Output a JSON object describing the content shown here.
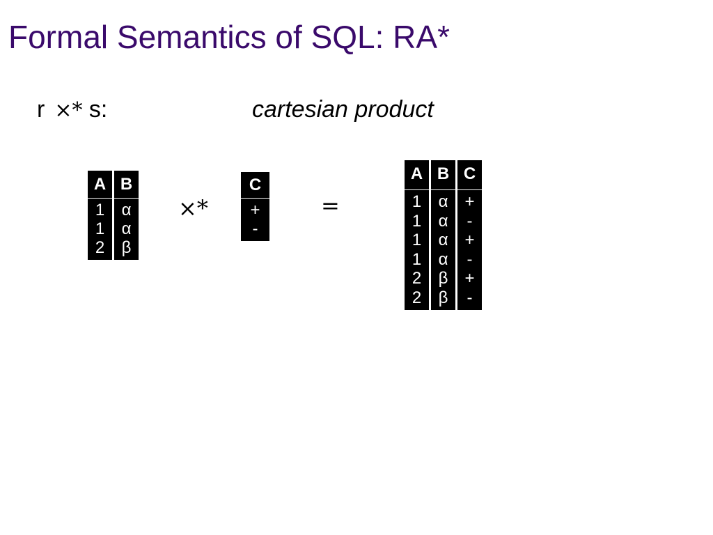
{
  "slide": {
    "title": "Formal Semantics of SQL: RA*",
    "title_color": "#3a0a6b",
    "expression": {
      "left": "r",
      "operator": "×*",
      "right": "s:"
    },
    "description": "cartesian product",
    "operator_symbol": "×*",
    "equals_symbol": "=",
    "relation_r": {
      "columns": [
        {
          "header": "A",
          "values": [
            "1",
            "1",
            "2"
          ]
        },
        {
          "header": "B",
          "values": [
            "α",
            "α",
            "β"
          ]
        }
      ]
    },
    "relation_s": {
      "columns": [
        {
          "header": "C",
          "values": [
            "+",
            "-"
          ]
        }
      ]
    },
    "result": {
      "columns": [
        {
          "header": "A",
          "values": [
            "1",
            "1",
            "1",
            "1",
            "2",
            "2"
          ]
        },
        {
          "header": "B",
          "values": [
            "α",
            "α",
            "α",
            "α",
            "β",
            "β"
          ]
        },
        {
          "header": "C",
          "values": [
            "+",
            "-",
            "+",
            "-",
            "+",
            "-"
          ]
        }
      ]
    }
  }
}
